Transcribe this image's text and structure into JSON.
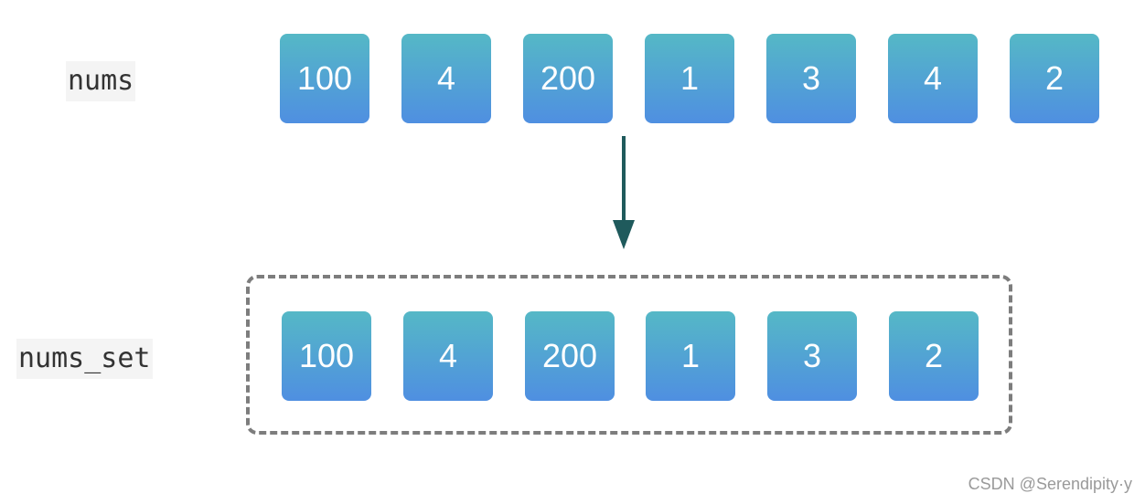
{
  "nums": {
    "label": "nums",
    "values": [
      "100",
      "4",
      "200",
      "1",
      "3",
      "4",
      "2"
    ]
  },
  "nums_set": {
    "label": "nums_set",
    "values": [
      "100",
      "4",
      "200",
      "1",
      "3",
      "2"
    ]
  },
  "watermark": "CSDN @Serendipity·y",
  "colors": {
    "cell_top": "#55b8c6",
    "cell_bottom": "#4f8fe1",
    "arrow": "#1f5a5c",
    "dashed_border": "#7d7d7d"
  }
}
